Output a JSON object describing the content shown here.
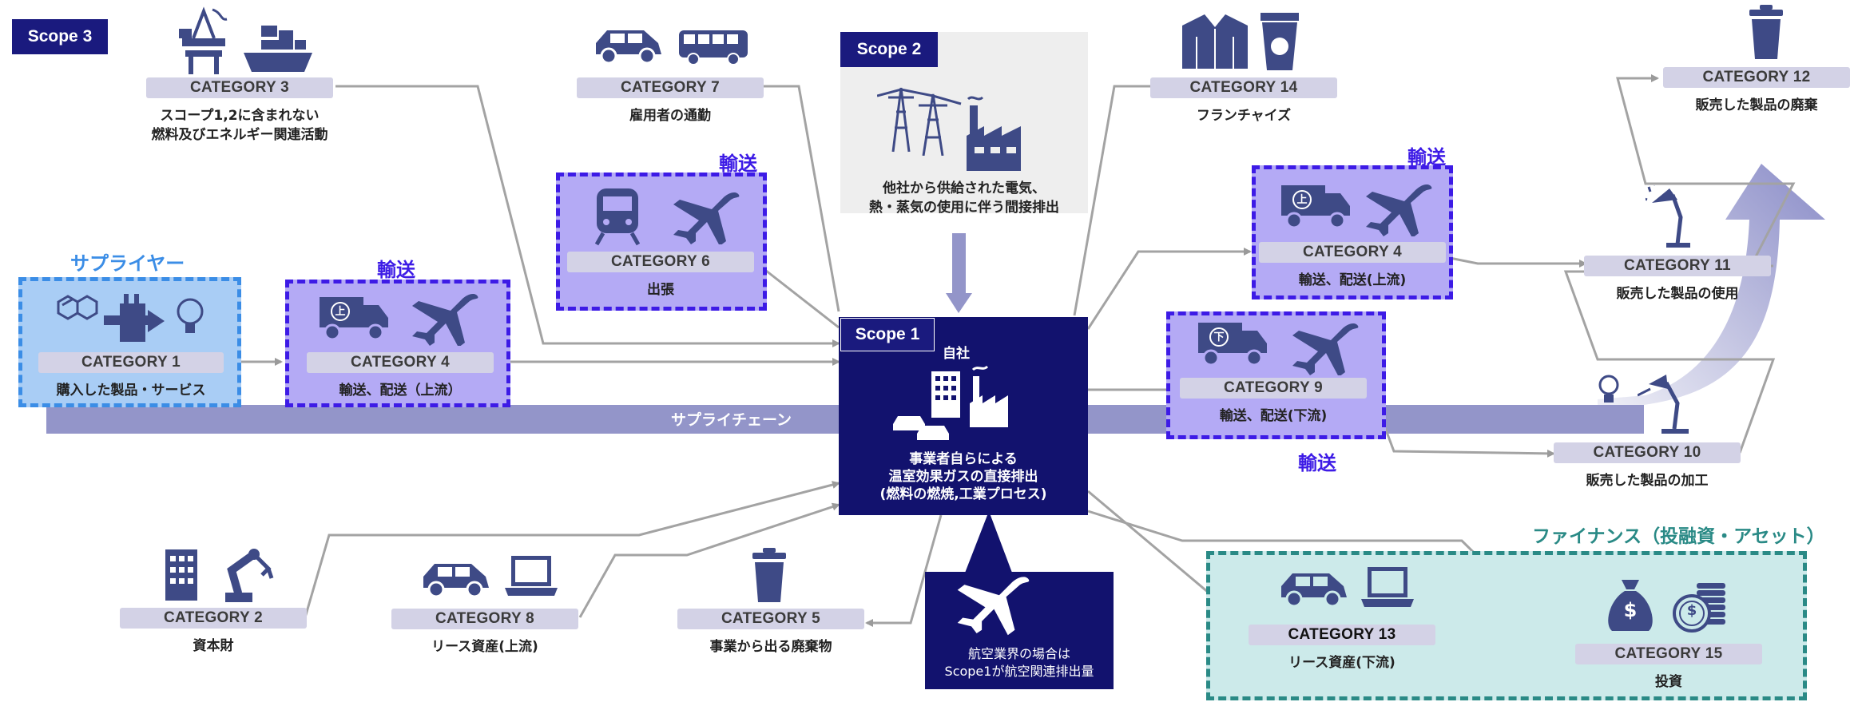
{
  "scope3": {
    "label": "Scope 3"
  },
  "scope2": {
    "label": "Scope 2",
    "desc": [
      "他社から供給された電気、",
      "熱・蒸気の使用に伴う間接排出"
    ]
  },
  "scope1": {
    "label": "Scope 1",
    "company": "自社",
    "desc": [
      "事業者自らによる",
      "温室効果ガスの直接排出",
      "(燃料の燃焼,工業プロセス)"
    ]
  },
  "aviation": {
    "desc": [
      "航空業界の場合は",
      "Scope1が航空関連排出量"
    ]
  },
  "supply_chain": {
    "label": "サプライチェーン"
  },
  "supplier": {
    "label": "サプライヤー"
  },
  "finance": {
    "label": "ファイナンス（投融資・アセット）"
  },
  "transport_label": "輸送",
  "categories": {
    "c1": {
      "label": "CATEGORY 1",
      "desc": [
        "購入した製品・サービス"
      ]
    },
    "c2": {
      "label": "CATEGORY 2",
      "desc": [
        "資本財"
      ]
    },
    "c3": {
      "label": "CATEGORY 3",
      "desc": [
        "スコープ1,2に含まれない",
        "燃料及びエネルギー関連活動"
      ]
    },
    "c4u": {
      "label": "CATEGORY 4",
      "desc": [
        "輸送、配送（上流）"
      ]
    },
    "c4d": {
      "label": "CATEGORY 4",
      "desc": [
        "輸送、配送(上流)"
      ]
    },
    "c5": {
      "label": "CATEGORY 5",
      "desc": [
        "事業から出る廃棄物"
      ]
    },
    "c6": {
      "label": "CATEGORY 6",
      "desc": [
        "出張"
      ]
    },
    "c7": {
      "label": "CATEGORY 7",
      "desc": [
        "雇用者の通勤"
      ]
    },
    "c8": {
      "label": "CATEGORY 8",
      "desc": [
        "リース資産(上流)"
      ]
    },
    "c9": {
      "label": "CATEGORY 9",
      "desc": [
        "輸送、配送(下流)"
      ]
    },
    "c10": {
      "label": "CATEGORY 10",
      "desc": [
        "販売した製品の加工"
      ]
    },
    "c11": {
      "label": "CATEGORY 11",
      "desc": [
        "販売した製品の使用"
      ]
    },
    "c12": {
      "label": "CATEGORY 12",
      "desc": [
        "販売した製品の廃棄"
      ]
    },
    "c13": {
      "label": "CATEGORY 13",
      "desc": [
        "リース資産(下流)"
      ]
    },
    "c14": {
      "label": "CATEGORY 14",
      "desc": [
        "フランチャイズ"
      ]
    },
    "c15": {
      "label": "CATEGORY 15",
      "desc": [
        "投資"
      ]
    }
  },
  "icons": {
    "truck_up_mark": "上",
    "truck_down_mark": "下",
    "money_mark": "$"
  },
  "colors": {
    "navy": "#12126e",
    "category_bg": "#d3d2e6",
    "transport_fill": "#b4aaf5",
    "transport_border": "#3d1be6",
    "supplier_fill": "#a9cdf5",
    "supplier_border": "#3b8de6",
    "finance_fill": "#cceaea",
    "finance_border": "#2a8a86",
    "supply_chain_bar": "#9395c9",
    "icon": "#3e4a86"
  }
}
